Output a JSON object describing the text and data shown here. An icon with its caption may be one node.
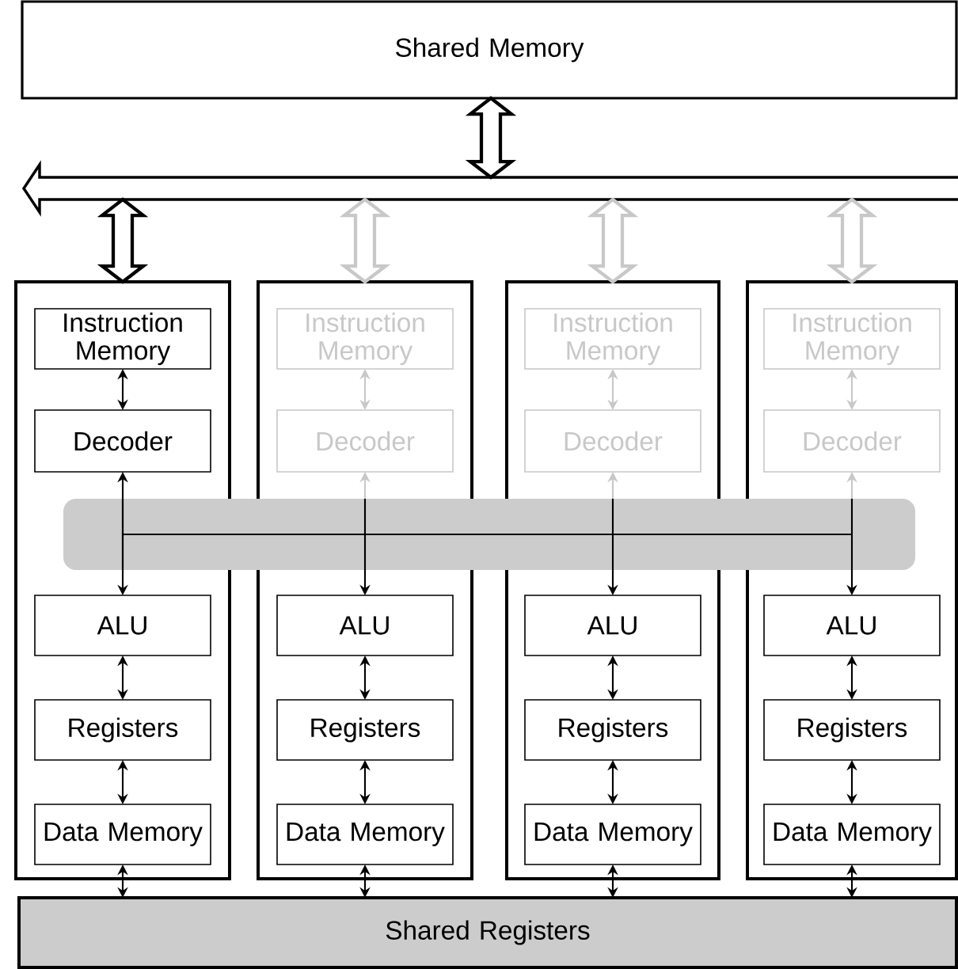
{
  "diagram": {
    "nodes": [
      {
        "text": [
          "Shared Memory"
        ]
      },
      {
        "text": [],
        "shape": "bar"
      },
      {
        "text": [],
        "shape": "box"
      },
      {
        "text": [
          "Instruction Memory"
        ],
        "in": 2
      },
      {
        "text": [
          "Decoder"
        ],
        "in": 2
      },
      {
        "text": [
          "ALU"
        ],
        "in": 2
      },
      {
        "text": [
          "Registers"
        ],
        "in": 2
      },
      {
        "text": [
          "Data Memory"
        ],
        "in": 2
      },
      {
        "text": [],
        "shape": "box"
      },
      {
        "text": [
          "Instruction Memory"
        ],
        "in": 8
      },
      {
        "text": [
          "Decoder"
        ],
        "in": 8
      },
      {
        "text": [
          "ALU"
        ],
        "in": 8
      },
      {
        "text": [
          "Registers"
        ],
        "in": 8
      },
      {
        "text": [
          "Data Memory"
        ],
        "in": 8
      },
      {
        "text": [],
        "shape": "box"
      },
      {
        "text": [
          "Instruction Memory"
        ],
        "in": 14
      },
      {
        "text": [
          "Decoder"
        ],
        "in": 14
      },
      {
        "text": [
          "ALU"
        ],
        "in": 14
      },
      {
        "text": [
          "Registers"
        ],
        "in": 14
      },
      {
        "text": [
          "Data Memory"
        ],
        "in": 14
      },
      {
        "text": [],
        "shape": "box"
      },
      {
        "text": [
          "Instruction Memory"
        ],
        "in": 20
      },
      {
        "text": [
          "Decoder"
        ],
        "in": 20
      },
      {
        "text": [
          "ALU"
        ],
        "in": 20
      },
      {
        "text": [
          "Registers"
        ],
        "in": 20
      },
      {
        "text": [
          "Data Memory"
        ],
        "in": 20
      },
      {
        "text": [],
        "shape": "bar"
      },
      {
        "text": [
          "Shared Registers"
        ]
      }
    ],
    "edges": [
      {
        "from": 0,
        "to": 1,
        "arrow": "both",
        "style": "thick"
      },
      {
        "from": 1,
        "to": 2,
        "arrow": "both",
        "style": "thick"
      },
      {
        "from": 1,
        "to": 8,
        "arrow": "both",
        "style": "thick",
        "color": "#c8c8c8"
      },
      {
        "from": 1,
        "to": 14,
        "arrow": "both",
        "style": "thick",
        "color": "#c8c8c8"
      },
      {
        "from": 1,
        "to": 20,
        "arrow": "both",
        "style": "thick",
        "color": "#c8c8c8"
      },
      {
        "from": 3,
        "to": 4,
        "arrow": "both"
      },
      {
        "from": 9,
        "to": 10,
        "arrow": "both",
        "color": "#c8c8c8"
      },
      {
        "from": 15,
        "to": 16,
        "arrow": "both",
        "color": "#c8c8c8"
      },
      {
        "from": 21,
        "to": 22,
        "arrow": "both",
        "color": "#c8c8c8"
      },
      {
        "from": 26,
        "to": 4,
        "arrow": "to"
      },
      {
        "from": 26,
        "to": 5,
        "arrow": "to"
      },
      {
        "from": 26,
        "to": 11,
        "arrow": "to"
      },
      {
        "from": 26,
        "to": 17,
        "arrow": "to"
      },
      {
        "from": 26,
        "to": 23,
        "arrow": "to"
      },
      {
        "from": 26,
        "to": 10,
        "arrow": "to",
        "color": "#c8c8c8"
      },
      {
        "from": 26,
        "to": 16,
        "arrow": "to",
        "color": "#c8c8c8"
      },
      {
        "from": 26,
        "to": 22,
        "arrow": "to",
        "color": "#c8c8c8"
      },
      {
        "from": 5,
        "to": 6,
        "arrow": "both"
      },
      {
        "from": 11,
        "to": 12,
        "arrow": "both"
      },
      {
        "from": 17,
        "to": 18,
        "arrow": "both"
      },
      {
        "from": 23,
        "to": 24,
        "arrow": "both"
      },
      {
        "from": 6,
        "to": 7,
        "arrow": "both"
      },
      {
        "from": 12,
        "to": 13,
        "arrow": "both"
      },
      {
        "from": 18,
        "to": 19,
        "arrow": "both"
      },
      {
        "from": 24,
        "to": 25,
        "arrow": "both"
      },
      {
        "from": 7,
        "to": 27,
        "arrow": "both"
      },
      {
        "from": 13,
        "to": 27,
        "arrow": "both"
      },
      {
        "from": 19,
        "to": 27,
        "arrow": "both"
      },
      {
        "from": 25,
        "to": 27,
        "arrow": "both"
      }
    ]
  }
}
